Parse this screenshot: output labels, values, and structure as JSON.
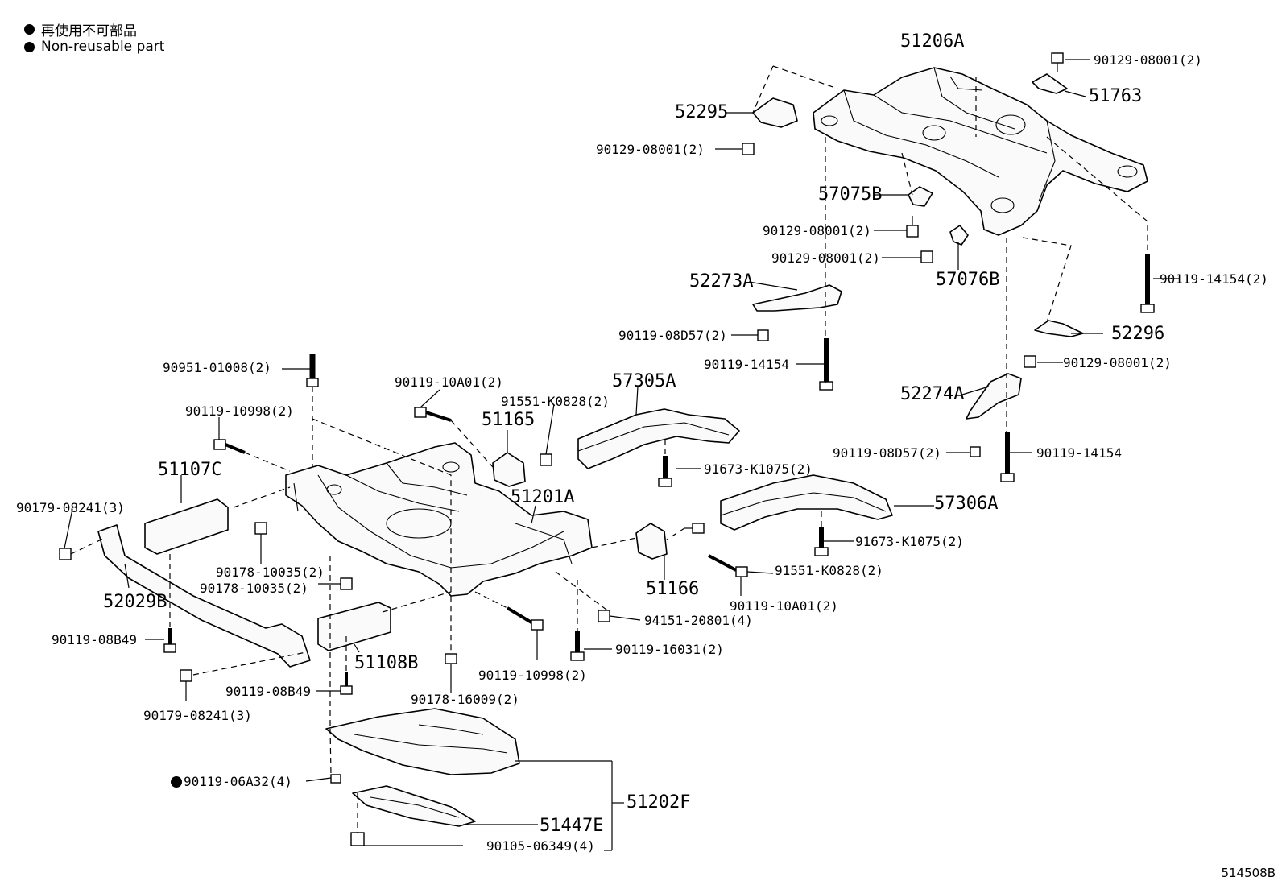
{
  "legend": {
    "japanese": "再使用不可部品",
    "english": "Non-reusable part"
  },
  "labels": {
    "p51206A": "51206A",
    "p90129_top": "90129-08001(2)",
    "p51763": "51763",
    "p52295": "52295",
    "p90129_a": "90129-08001(2)",
    "p57075B": "57075B",
    "p90129_b": "90129-08001(2)",
    "p90129_c": "90129-08001(2)",
    "p57076B": "57076B",
    "p52273A": "52273A",
    "p90119_14154_r": "90119-14154(2)",
    "p90119_08D57_a": "90119-08D57(2)",
    "p52296": "52296",
    "p90119_14154_a": "90119-14154",
    "p90129_d": "90129-08001(2)",
    "p52274A": "52274A",
    "p90951": "90951-01008(2)",
    "p90119_10A01_a": "90119-10A01(2)",
    "p57305A": "57305A",
    "p91551_a": "91551-K0828(2)",
    "p51165": "51165",
    "p90119_10998_a": "90119-10998(2)",
    "p90119_08D57_b": "90119-08D57(2)",
    "p90119_14154_b": "90119-14154",
    "p51107C": "51107C",
    "p91673_a": "91673-K1075(2)",
    "p51201A": "51201A",
    "p90179_a": "90179-08241(3)",
    "p57306A": "57306A",
    "p91673_b": "91673-K1075(2)",
    "p90178_a": "90178-10035(2)",
    "p91551_b": "91551-K0828(2)",
    "p90178_b": "90178-10035(2)",
    "p51166": "51166",
    "p52029B": "52029B",
    "p90119_10A01_b": "90119-10A01(2)",
    "p94151": "94151-20801(4)",
    "p90119_08B49_a": "90119-08B49",
    "p90119_16031": "90119-16031(2)",
    "p51108B": "51108B",
    "p90119_10998_b": "90119-10998(2)",
    "p90119_08B49_b": "90119-08B49",
    "p90178_16009": "90178-16009(2)",
    "p90179_b": "90179-08241(3)",
    "p90119_06A32": "90119-06A32(4)",
    "p51202F": "51202F",
    "p51447E": "51447E",
    "p90105": "90105-06349(4)"
  },
  "figure_id": "514508B"
}
